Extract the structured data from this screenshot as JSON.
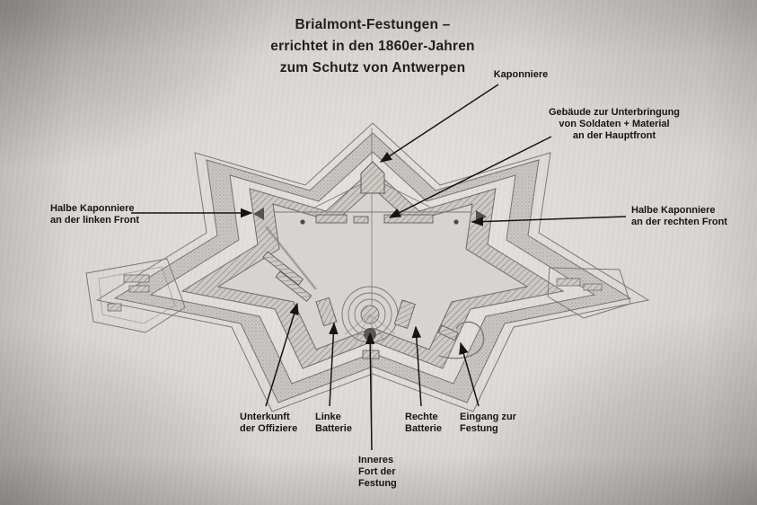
{
  "title": {
    "line1": "Brialmont-Festungen –",
    "line2": "errichtet in den 1860er-Jahren",
    "line3": "zum Schutz von Antwerpen"
  },
  "annotations": {
    "kaponniere": {
      "text": "Kaponniere"
    },
    "gebaeude": {
      "line1": "Gebäude zur Unterbringung",
      "line2": "von Soldaten + Material",
      "line3": "an der Hauptfront"
    },
    "halbe_links": {
      "line1": "Halbe Kaponniere",
      "line2": "an der linken Front"
    },
    "halbe_rechts": {
      "line1": "Halbe Kaponniere",
      "line2": "an der rechten Front"
    },
    "unterkunft": {
      "line1": "Unterkunft",
      "line2": "der Offiziere"
    },
    "linke_batterie": {
      "line1": "Linke",
      "line2": "Batterie"
    },
    "rechte_batterie": {
      "line1": "Rechte",
      "line2": "Batterie"
    },
    "inneres_fort": {
      "line1": "Inneres",
      "line2": "Fort der",
      "line3": "Festung"
    },
    "eingang": {
      "line1": "Eingang zur",
      "line2": "Festung"
    }
  },
  "colors": {
    "ink": "#161616",
    "arrow": "#151515",
    "paper": "#d7d6d3",
    "drawing_line": "#7b7975"
  }
}
